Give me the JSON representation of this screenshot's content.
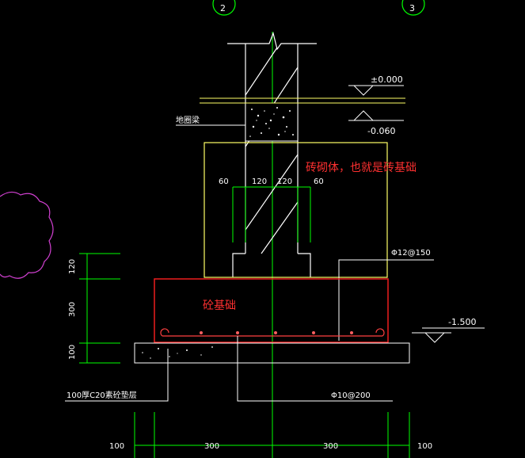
{
  "axes": {
    "left": "2",
    "right": "3"
  },
  "levels": {
    "top": "±0.000",
    "mid": "-0.060",
    "bottom": "-1.500"
  },
  "labels": {
    "ring_beam": "地圈梁",
    "brick_note": "砖砌体，也就是砖基础",
    "concrete_note": "砼基础",
    "rebar_top": "Φ12@150",
    "rebar_bottom": "Φ10@200",
    "cushion": "100厚C20素砼垫层"
  },
  "dims": {
    "w1": "60",
    "w2": "120",
    "w3": "120",
    "w4": "60",
    "h1": "120",
    "h2": "300",
    "h3": "100",
    "b1": "100",
    "b2": "300",
    "b3": "300",
    "b4": "100"
  },
  "colors": {
    "green": "#00ff00",
    "white": "#ffffff",
    "yellow": "#ffff66",
    "red": "#ff2020",
    "magenta": "#d040d0"
  }
}
